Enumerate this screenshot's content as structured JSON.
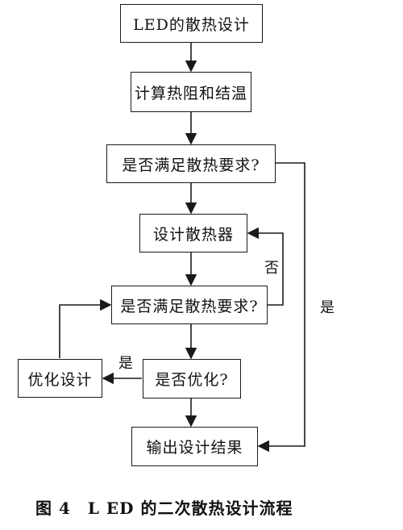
{
  "nodes": {
    "start": "LED的散热设计",
    "calc": "计算热阻和结温",
    "check1": "是否满足散热要求?",
    "design_heatsink": "设计散热器",
    "check2": "是否满足散热要求?",
    "optimize_q": "是否优化?",
    "optimize": "优化设计",
    "output": "输出设计结果"
  },
  "edge_labels": {
    "no": "否",
    "yes_optimize": "是",
    "yes_output": "是"
  },
  "caption": "图 4　L ED 的二次散热设计流程"
}
